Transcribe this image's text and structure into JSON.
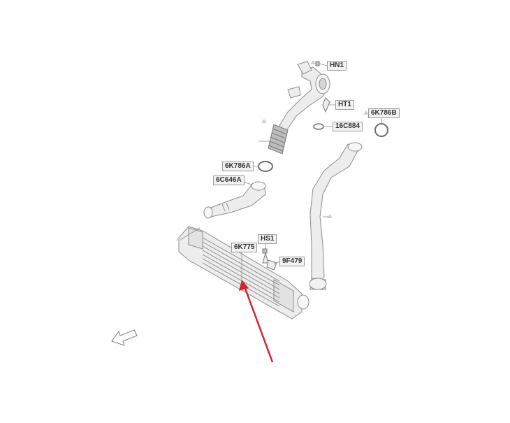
{
  "labels": {
    "hn1": "HN1",
    "ht1": "HT1",
    "c884": "16C884",
    "k786b": "6K786B",
    "k786a": "6K786A",
    "c646a": "6C646A",
    "hs1": "HS1",
    "k775": "6K775",
    "f479": "9F479"
  },
  "colors": {
    "line": "#8c8c8c",
    "part_fill": "#ededed",
    "dark_fill": "#bdbdbd",
    "arrow": "#d9232d"
  }
}
